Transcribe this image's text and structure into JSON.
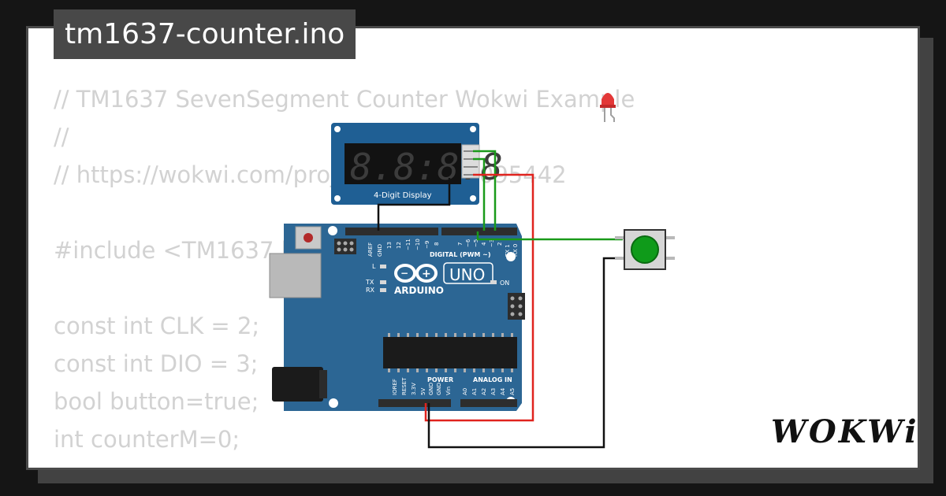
{
  "title": "tm1637-counter.ino",
  "code_lines": [
    "// TM1637 SevenSegment Counter Wokwi Example",
    "//",
    "// https://wokwi.com/projects/323398095442",
    "",
    "#include <TM1637.h>",
    "",
    "const int CLK = 2;",
    "const int DIO = 3;",
    "bool button=true;",
    "int counterM=0;"
  ],
  "display": {
    "digits": "8.8:8.8",
    "label": "4-Digit Display"
  },
  "arduino": {
    "logo_text": "ARDUINO",
    "model": "UNO",
    "digital_label": "DIGITAL (PWM ~)",
    "power_label": "POWER",
    "analog_label": "ANALOG IN",
    "on_label": "ON",
    "l_label": "L",
    "tx_label": "TX",
    "rx_label": "RX",
    "top_pins": [
      "AREF",
      "GND",
      "13",
      "12",
      "~11",
      "~10",
      "~9",
      "8"
    ],
    "top_pins_right": [
      "7",
      "~6",
      "~5",
      "4",
      "~3",
      "2",
      "TX 1",
      "RX 0"
    ],
    "power_pins": [
      "IOREF",
      "RESET",
      "3.3V",
      "5V",
      "GND",
      "GND",
      "Vin"
    ],
    "analog_pins": [
      "A0",
      "A1",
      "A2",
      "A3",
      "A4",
      "A5"
    ]
  },
  "brand": "WOKWi",
  "colors": {
    "background": "#151515",
    "card": "#ffffff",
    "title_tab": "#484848",
    "code_text": "#d2d2d2",
    "board": "#2c6694",
    "display_board": "#1f5f94",
    "wire_red": "#e0231e",
    "wire_green": "#1a9a1a",
    "wire_black": "#111111",
    "button_green": "#0f9b1a",
    "led_red": "#e33838"
  }
}
